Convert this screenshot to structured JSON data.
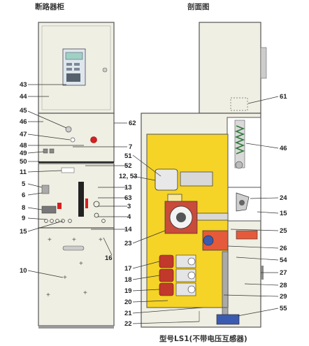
{
  "titles": {
    "left": "断路器柜",
    "right": "剖面图",
    "caption": "型号LS1(不带电压互感器)"
  },
  "labels": {
    "l43": "43",
    "l44": "44",
    "l45": "45",
    "l46": "46",
    "l47": "47",
    "l48": "48",
    "l49": "49",
    "l50": "50",
    "l11": "11",
    "l5": "5",
    "l6": "6",
    "l8": "8",
    "l9": "9",
    "l15": "15",
    "l10": "10",
    "m62": "62",
    "m7": "7",
    "m51": "51",
    "m52": "52",
    "m12_53": "12, 53",
    "m13": "13",
    "m63": "63",
    "m3": "3",
    "m4": "4",
    "m14": "14",
    "m23": "23",
    "m16": "16",
    "m17": "17",
    "m18": "18",
    "m19": "19",
    "m20": "20",
    "m21": "21",
    "m22": "22",
    "r61": "61",
    "r46": "46",
    "r24": "24",
    "r15": "15",
    "r25": "25",
    "r26": "26",
    "r54": "54",
    "r27": "27",
    "r28": "28",
    "r29": "29",
    "r55": "55"
  },
  "colors": {
    "cabinet": "#f0efe3",
    "cabinet_edge": "#555555",
    "busbar_compartment": "#f5d327",
    "insulator": "#c0392b",
    "indicator": "#d62020"
  }
}
